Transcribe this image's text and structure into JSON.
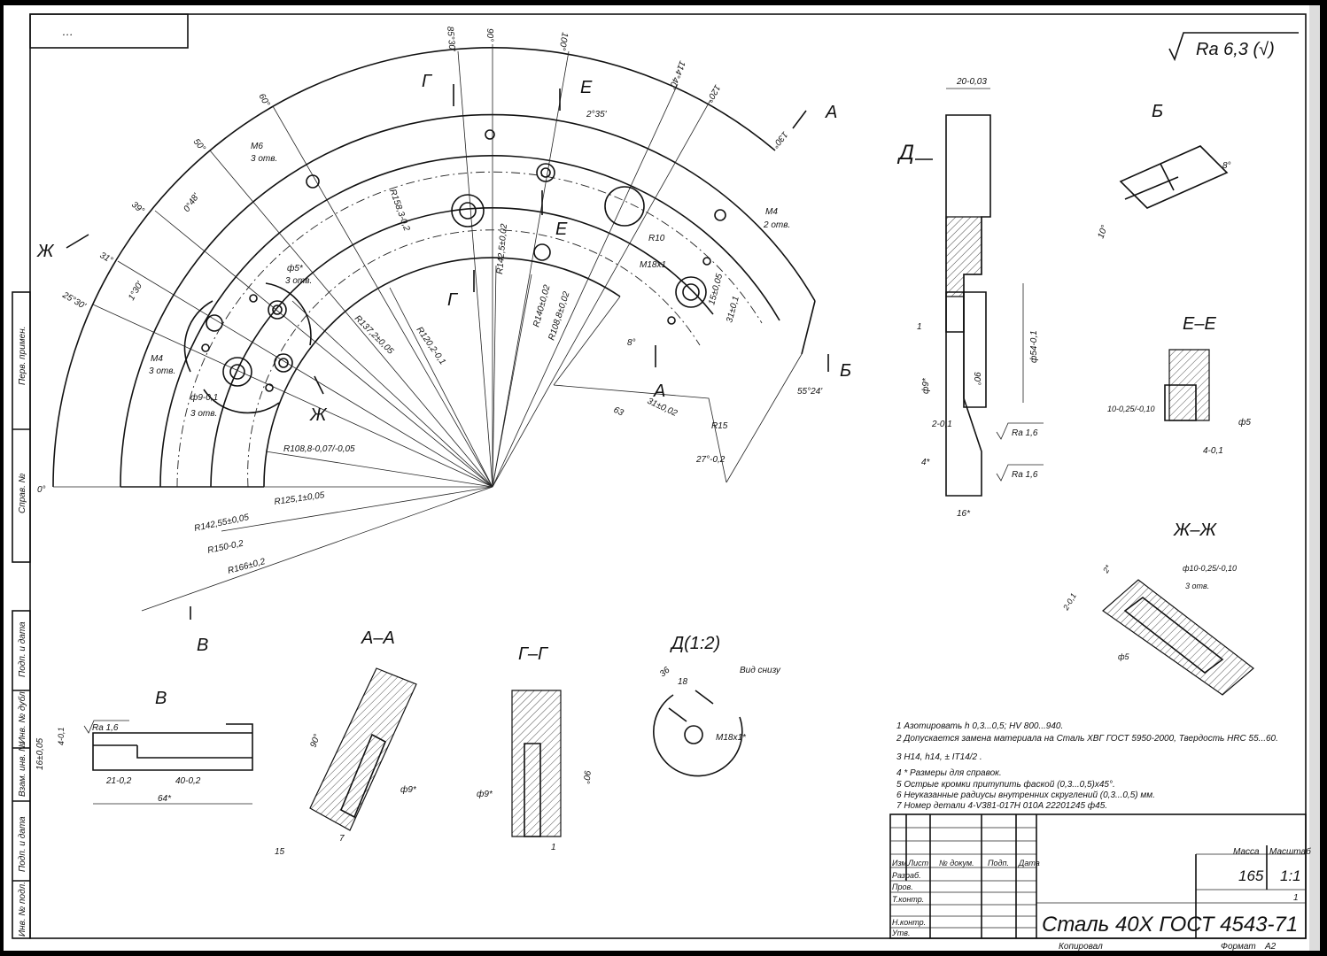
{
  "drawing": {
    "roughness": "Ra 6,3 (√)",
    "top_left_stamp": "…",
    "main_view": {
      "angles": [
        "0°",
        "25°30'",
        "31°",
        "39°",
        "50°",
        "60°",
        "85°30'",
        "90°",
        "100°",
        "114°40'",
        "120°",
        "130°"
      ],
      "radii": [
        "R158,3-0,2",
        "R137,2±0,05",
        "R120,2-0,1",
        "R142,5±0,02",
        "R140±0,02",
        "R108,8±0,02",
        "R108,8-0,07/-0,05",
        "R125,1±0,05",
        "R142,55±0,05",
        "R150-0,2",
        "R166±0,2"
      ],
      "callouts": [
        "M6",
        "3 отв.",
        "ф5*",
        "3 отв.",
        "M4",
        "3 отв.",
        "ф9-0,1",
        "3 отв.",
        "M4",
        "2 отв.",
        "R10",
        "M18x1",
        "15±0,05",
        "31±0,1",
        "R15",
        "63",
        "31±0,02",
        "27°-0,2",
        "55°24'",
        "2°35'",
        "0°48'",
        "1°30'",
        "8°"
      ],
      "section_marks": [
        "Ж",
        "Ж",
        "Г",
        "Г",
        "Е",
        "Е",
        "А",
        "А",
        "Б",
        "В"
      ]
    },
    "view_d": {
      "mark": "Д",
      "dims": [
        "20-0,03",
        "1",
        "ф9*",
        "2-0,1",
        "4*",
        "16*",
        "ф54-0,1",
        "90°"
      ],
      "ra": [
        "Ra 1,6",
        "Ra 1,6"
      ]
    },
    "view_b_label": "Б",
    "view_b_dims": [
      "8°",
      "10°"
    ],
    "section_ee": {
      "title": "Е–Е",
      "dims": [
        "10-0,25/-0,10",
        "ф5",
        "4-0,1"
      ]
    },
    "section_zhzh": {
      "title": "Ж–Ж",
      "dims": [
        "ф10-0,25/-0,10",
        "3 отв.",
        "2*",
        "2-0,1",
        "ф5"
      ]
    },
    "view_v": {
      "title": "В",
      "ra": "Ra 1,6",
      "dims": [
        "16±0,05",
        "4-0,1",
        "21-0,2",
        "40-0,2",
        "64*"
      ]
    },
    "section_aa": {
      "title": "А–А",
      "dims": [
        "90°",
        "ф9*",
        "15",
        "7"
      ]
    },
    "section_gg": {
      "title": "Г–Г",
      "dims": [
        "ф9*",
        "90°",
        "1"
      ]
    },
    "view_d12": {
      "title": "Д(1:2)",
      "note": "Вид снизу",
      "dims": [
        "36",
        "18",
        "M18x1*"
      ]
    },
    "notes": [
      "1  Азотировать h 0,3...0,5; HV 800...940.",
      "2  Допускается замена материала на Сталь ХВГ ГОСТ 5950-2000, Твердость HRC 55...60.",
      "3  H14, h14, ± IT14/2 .",
      "4   * Размеры для справок.",
      "5  Острые кромки притупить фаской (0,3...0,5)x45°.",
      "6  Неуказанные радиусы внутренних скруглений (0,3...0,5) мм.",
      "7  Номер детали 4-V381-017H 010A   22201245   ф45."
    ],
    "side_stamps": [
      "Перв. примен.",
      "Справ. №",
      "Подп. и дата",
      "Инв. № дубл.",
      "Взам. инв. №",
      "Подп. и дата",
      "Инв. № подл."
    ]
  },
  "title_block": {
    "headers": [
      "Изм.",
      "Лист",
      "№ докум.",
      "Подп.",
      "Дата"
    ],
    "rows": [
      "Разраб.",
      "Пров.",
      "Т.контр.",
      "Н.контр.",
      "Утв."
    ],
    "mass_label": "Масса",
    "scale_label": "Масштаб",
    "mass": "165",
    "scale": "1:1",
    "sheet": "1",
    "material": "Сталь 40Х ГОСТ 4543-71",
    "copied": "Копировал",
    "format_label": "Формат",
    "format": "A2"
  }
}
